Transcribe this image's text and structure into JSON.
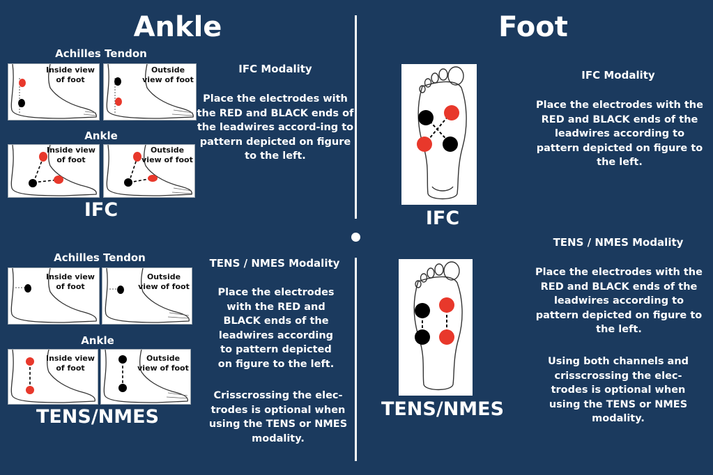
{
  "ankle": {
    "title": "Ankle",
    "ifc": {
      "achilles_label": "Achilles Tendon",
      "ankle_label": "Ankle",
      "inside_view": "Inside view of foot",
      "outside_view": "Outside view of foot",
      "caption": "IFC",
      "modality_title": "IFC Modality",
      "text": "Place the electrodes with the RED and BLACK ends of the leadwires accord-ing to pattern depicted on figure to the left."
    },
    "tens": {
      "achilles_label": "Achilles Tendon",
      "ankle_label": "Ankle",
      "inside_view": "Inside view of foot",
      "outside_view": "Outside view of foot",
      "caption": "TENS/NMES",
      "modality_title": "TENS / NMES Modality",
      "text": "Place the electrodes with the RED and BLACK ends of the leadwires according to pattern depicted on figure to the left.",
      "note": "Crisscrossing the elec-trodes is optional when using the TENS or NMES modality."
    }
  },
  "foot": {
    "title": "Foot",
    "ifc": {
      "caption": "IFC",
      "modality_title": "IFC Modality",
      "text": "Place the electrodes with the RED and BLACK ends of the leadwires according to pattern depicted on figure to the left."
    },
    "tens": {
      "caption": "TENS/NMES",
      "modality_title": "TENS / NMES Modality",
      "text": "Place the electrodes with the RED and BLACK ends of the leadwires according to pattern depicted on figure to the left.",
      "note": "Using both channels and crisscrossing the elec-trodes is optional when using the TENS or NMES modality."
    }
  },
  "colors": {
    "background": "#1b3a5e",
    "electrode_red": "#e8382b",
    "electrode_black": "#000000"
  }
}
